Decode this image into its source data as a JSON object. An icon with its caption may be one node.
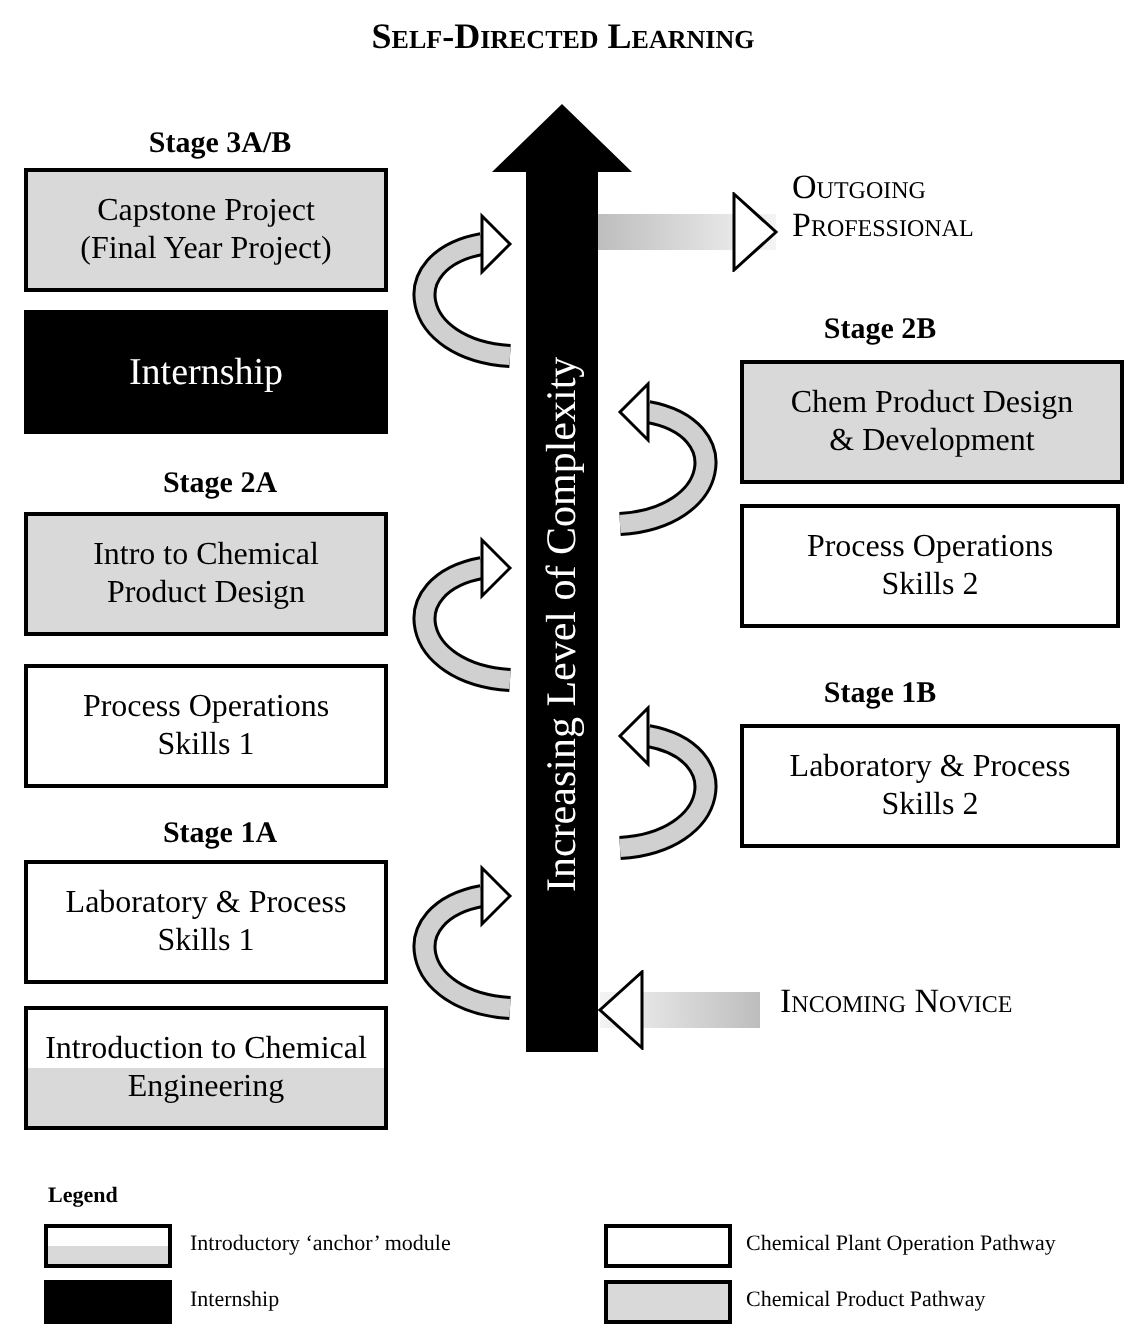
{
  "diagram": {
    "title": "Self-Directed Learning",
    "nodes": [
      {
        "text": [
          "Capstone Project (Final Year Project)"
        ]
      },
      {
        "text": [
          "Internship"
        ]
      },
      {
        "text": [
          "Intro to Chemical Product Design"
        ]
      },
      {
        "text": [
          "Process Operations Skills 1"
        ]
      },
      {
        "text": [
          "Laboratory & Process Skills 1"
        ]
      },
      {
        "text": [
          "Introduction to Chemical Engineering"
        ]
      },
      {
        "text": [
          "Increasing Level of Complexity"
        ]
      },
      {
        "text": [
          "Outgoing Professional"
        ]
      },
      {
        "text": [
          "Chem Product Design & Development"
        ]
      },
      {
        "text": [
          "Process Operations Skills 2"
        ]
      },
      {
        "text": [
          "Laboratory & Process Skills 2"
        ]
      },
      {
        "text": [
          "Incoming Novice"
        ]
      }
    ],
    "edges": [
      {
        "from": 6,
        "to": 7,
        "arrow": "to"
      },
      {
        "from": 11,
        "to": 6,
        "arrow": "to"
      }
    ],
    "labels": [
      "Stage 3A/B",
      "Stage 2B",
      "Stage 2A",
      "Stage 1B",
      "Stage 1A",
      "Legend"
    ],
    "legend": [
      {
        "text": "Introductory ‘anchor’ module"
      },
      {
        "text": "Chemical Plant Operation Pathway",
        "color": "#ffffff"
      },
      {
        "text": "Internship",
        "color": "#000000"
      },
      {
        "text": "Chemical Product Pathway",
        "color": "#d9d9d9"
      }
    ]
  }
}
